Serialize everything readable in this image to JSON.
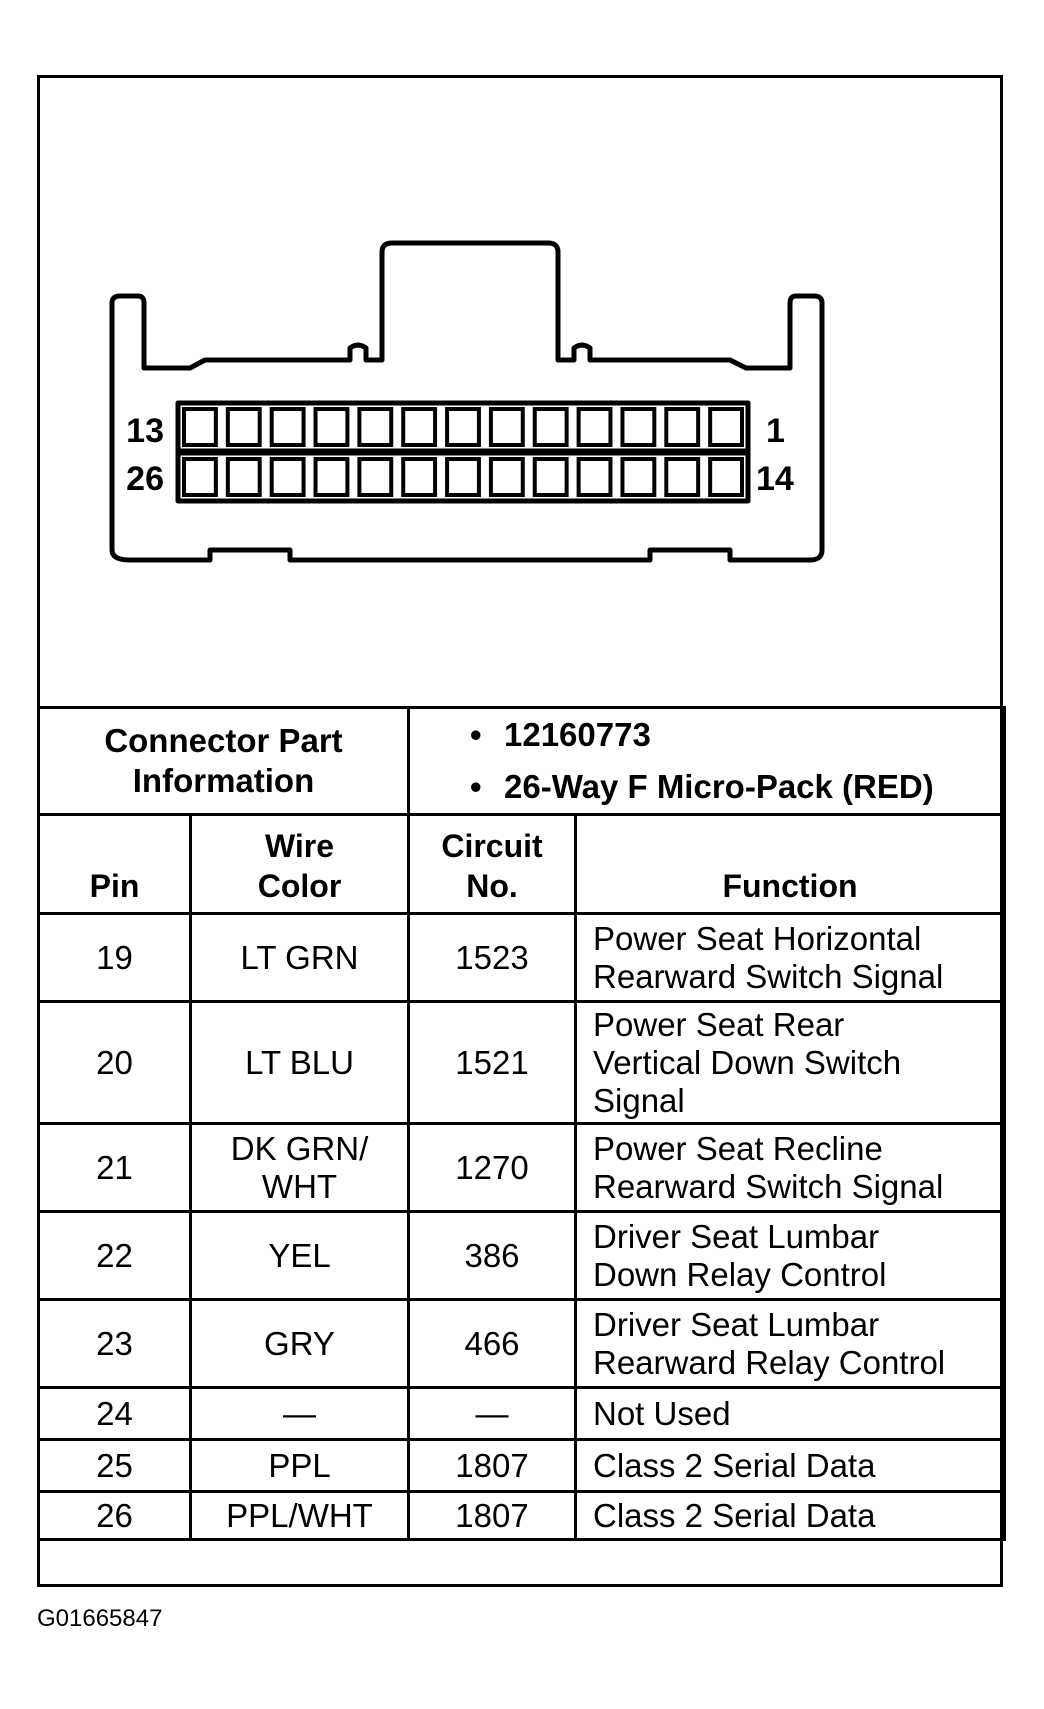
{
  "connector": {
    "pin_labels": {
      "top_left": "13",
      "bottom_left": "26",
      "top_right": "1",
      "bottom_right": "14"
    }
  },
  "part_info": {
    "label_line1": "Connector Part",
    "label_line2": "Information",
    "part_number": "12160773",
    "description": "26-Way F Micro-Pack (RED)"
  },
  "headers": {
    "pin": "Pin",
    "wire_line1": "Wire",
    "wire_line2": "Color",
    "circuit_line1": "Circuit",
    "circuit_line2": "No.",
    "function": "Function"
  },
  "rows": [
    {
      "pin": "19",
      "wire": [
        "LT GRN"
      ],
      "circuit": "1523",
      "function": [
        "Power Seat Horizontal",
        "Rearward Switch Signal"
      ]
    },
    {
      "pin": "20",
      "wire": [
        "LT BLU"
      ],
      "circuit": "1521",
      "function": [
        "Power Seat Rear",
        "Vertical Down Switch",
        "Signal"
      ]
    },
    {
      "pin": "21",
      "wire": [
        "DK GRN/",
        "WHT"
      ],
      "circuit": "1270",
      "function": [
        "Power Seat Recline",
        "Rearward Switch Signal"
      ]
    },
    {
      "pin": "22",
      "wire": [
        "YEL"
      ],
      "circuit": "386",
      "function": [
        "Driver Seat Lumbar",
        "Down Relay Control"
      ]
    },
    {
      "pin": "23",
      "wire": [
        "GRY"
      ],
      "circuit": "466",
      "function": [
        "Driver Seat Lumbar",
        "Rearward Relay Control"
      ]
    },
    {
      "pin": "24",
      "wire": [
        "—"
      ],
      "circuit": "—",
      "function": [
        "Not Used"
      ]
    },
    {
      "pin": "25",
      "wire": [
        "PPL"
      ],
      "circuit": "1807",
      "function": [
        "Class 2 Serial Data"
      ]
    },
    {
      "pin": "26",
      "wire": [
        "PPL/WHT"
      ],
      "circuit": "1807",
      "function": [
        "Class 2 Serial Data"
      ]
    }
  ],
  "figure_id": "G01665847"
}
